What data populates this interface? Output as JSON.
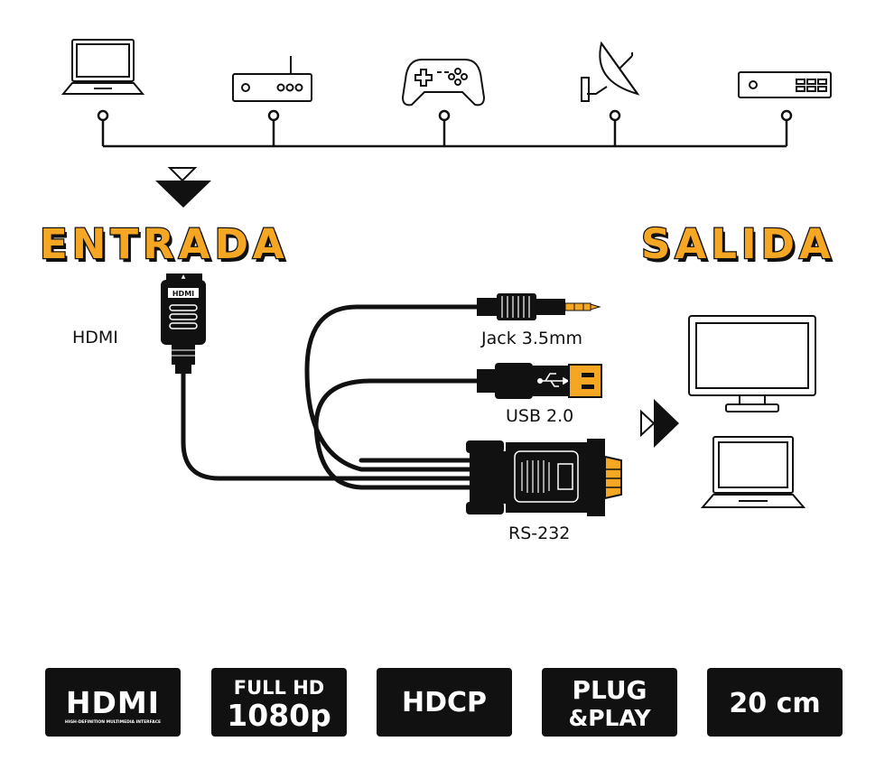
{
  "headings": {
    "input": "ENTRADA",
    "output": "SALIDA"
  },
  "source_devices": [
    {
      "name": "laptop-icon"
    },
    {
      "name": "router-icon"
    },
    {
      "name": "gamepad-icon"
    },
    {
      "name": "satellite-dish-icon"
    },
    {
      "name": "set-top-box-icon"
    }
  ],
  "connectors": {
    "hdmi": "HDMI",
    "hdmi_plug_mark": "HDMI",
    "jack": "Jack 3.5mm",
    "usb": "USB 2.0",
    "rs232": "RS-232"
  },
  "output_devices": [
    {
      "name": "monitor-icon"
    },
    {
      "name": "laptop-icon"
    }
  ],
  "badges": {
    "hdmi_logo": "HDMI",
    "hdmi_tagline": "HIGH-DEFINITION MULTIMEDIA INTERFACE",
    "fullhd_line1": "FULL HD",
    "fullhd_line2": "1080p",
    "hdcp": "HDCP",
    "plug_line1": "PLUG",
    "plug_line2": "&PLAY",
    "length": "20 cm"
  },
  "colors": {
    "accent": "#F5A623",
    "ink": "#111111",
    "badge_bg": "#111111"
  }
}
